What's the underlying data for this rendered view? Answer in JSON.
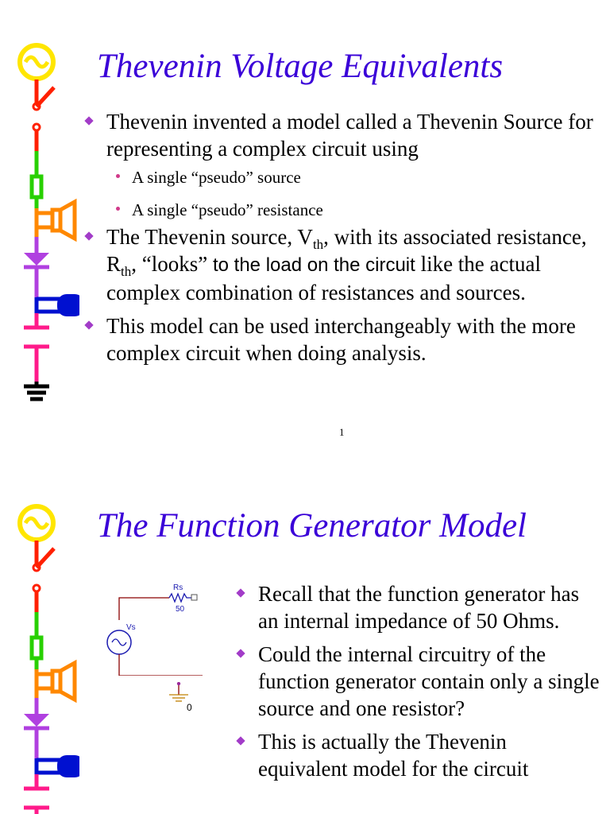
{
  "slide1": {
    "title": "Thevenin Voltage Equivalents",
    "bullet1": "Thevenin invented a model called a Thevenin Source for representing a complex circuit using",
    "sub1": "A single “pseudo” source",
    "sub2": "A single “pseudo” resistance",
    "bullet2": {
      "p1": "The Thevenin source, V",
      "s1": "th",
      "p2": ", with its associated resistance, R",
      "s2": "th",
      "p3": ", “looks” ",
      "p4": "to the load on the circuit",
      "p5": " like the actual complex combination of resistances and sources."
    },
    "bullet3": "This model can be used interchangeably with the more complex circuit when doing analysis.",
    "page_number": "1"
  },
  "slide2": {
    "title": "The Function Generator Model",
    "bullets": [
      "Recall that the function generator has an internal impedance of 50 Ohms.",
      "Could the internal circuitry of the function generator contain only a single source and one resistor?",
      "This is actually the Thevenin equivalent model for the circuit"
    ],
    "circuit": {
      "resistor_name": "Rs",
      "resistor_value": "50",
      "source_name": "Vs",
      "ground_label": "0"
    }
  },
  "colors": {
    "title": "#3a00d8",
    "bullet_diamond": "#a23cc8",
    "sub_dot": "#d13a8a",
    "circuit_wire": "#8b0000",
    "circuit_part": "#1a1ab0"
  }
}
